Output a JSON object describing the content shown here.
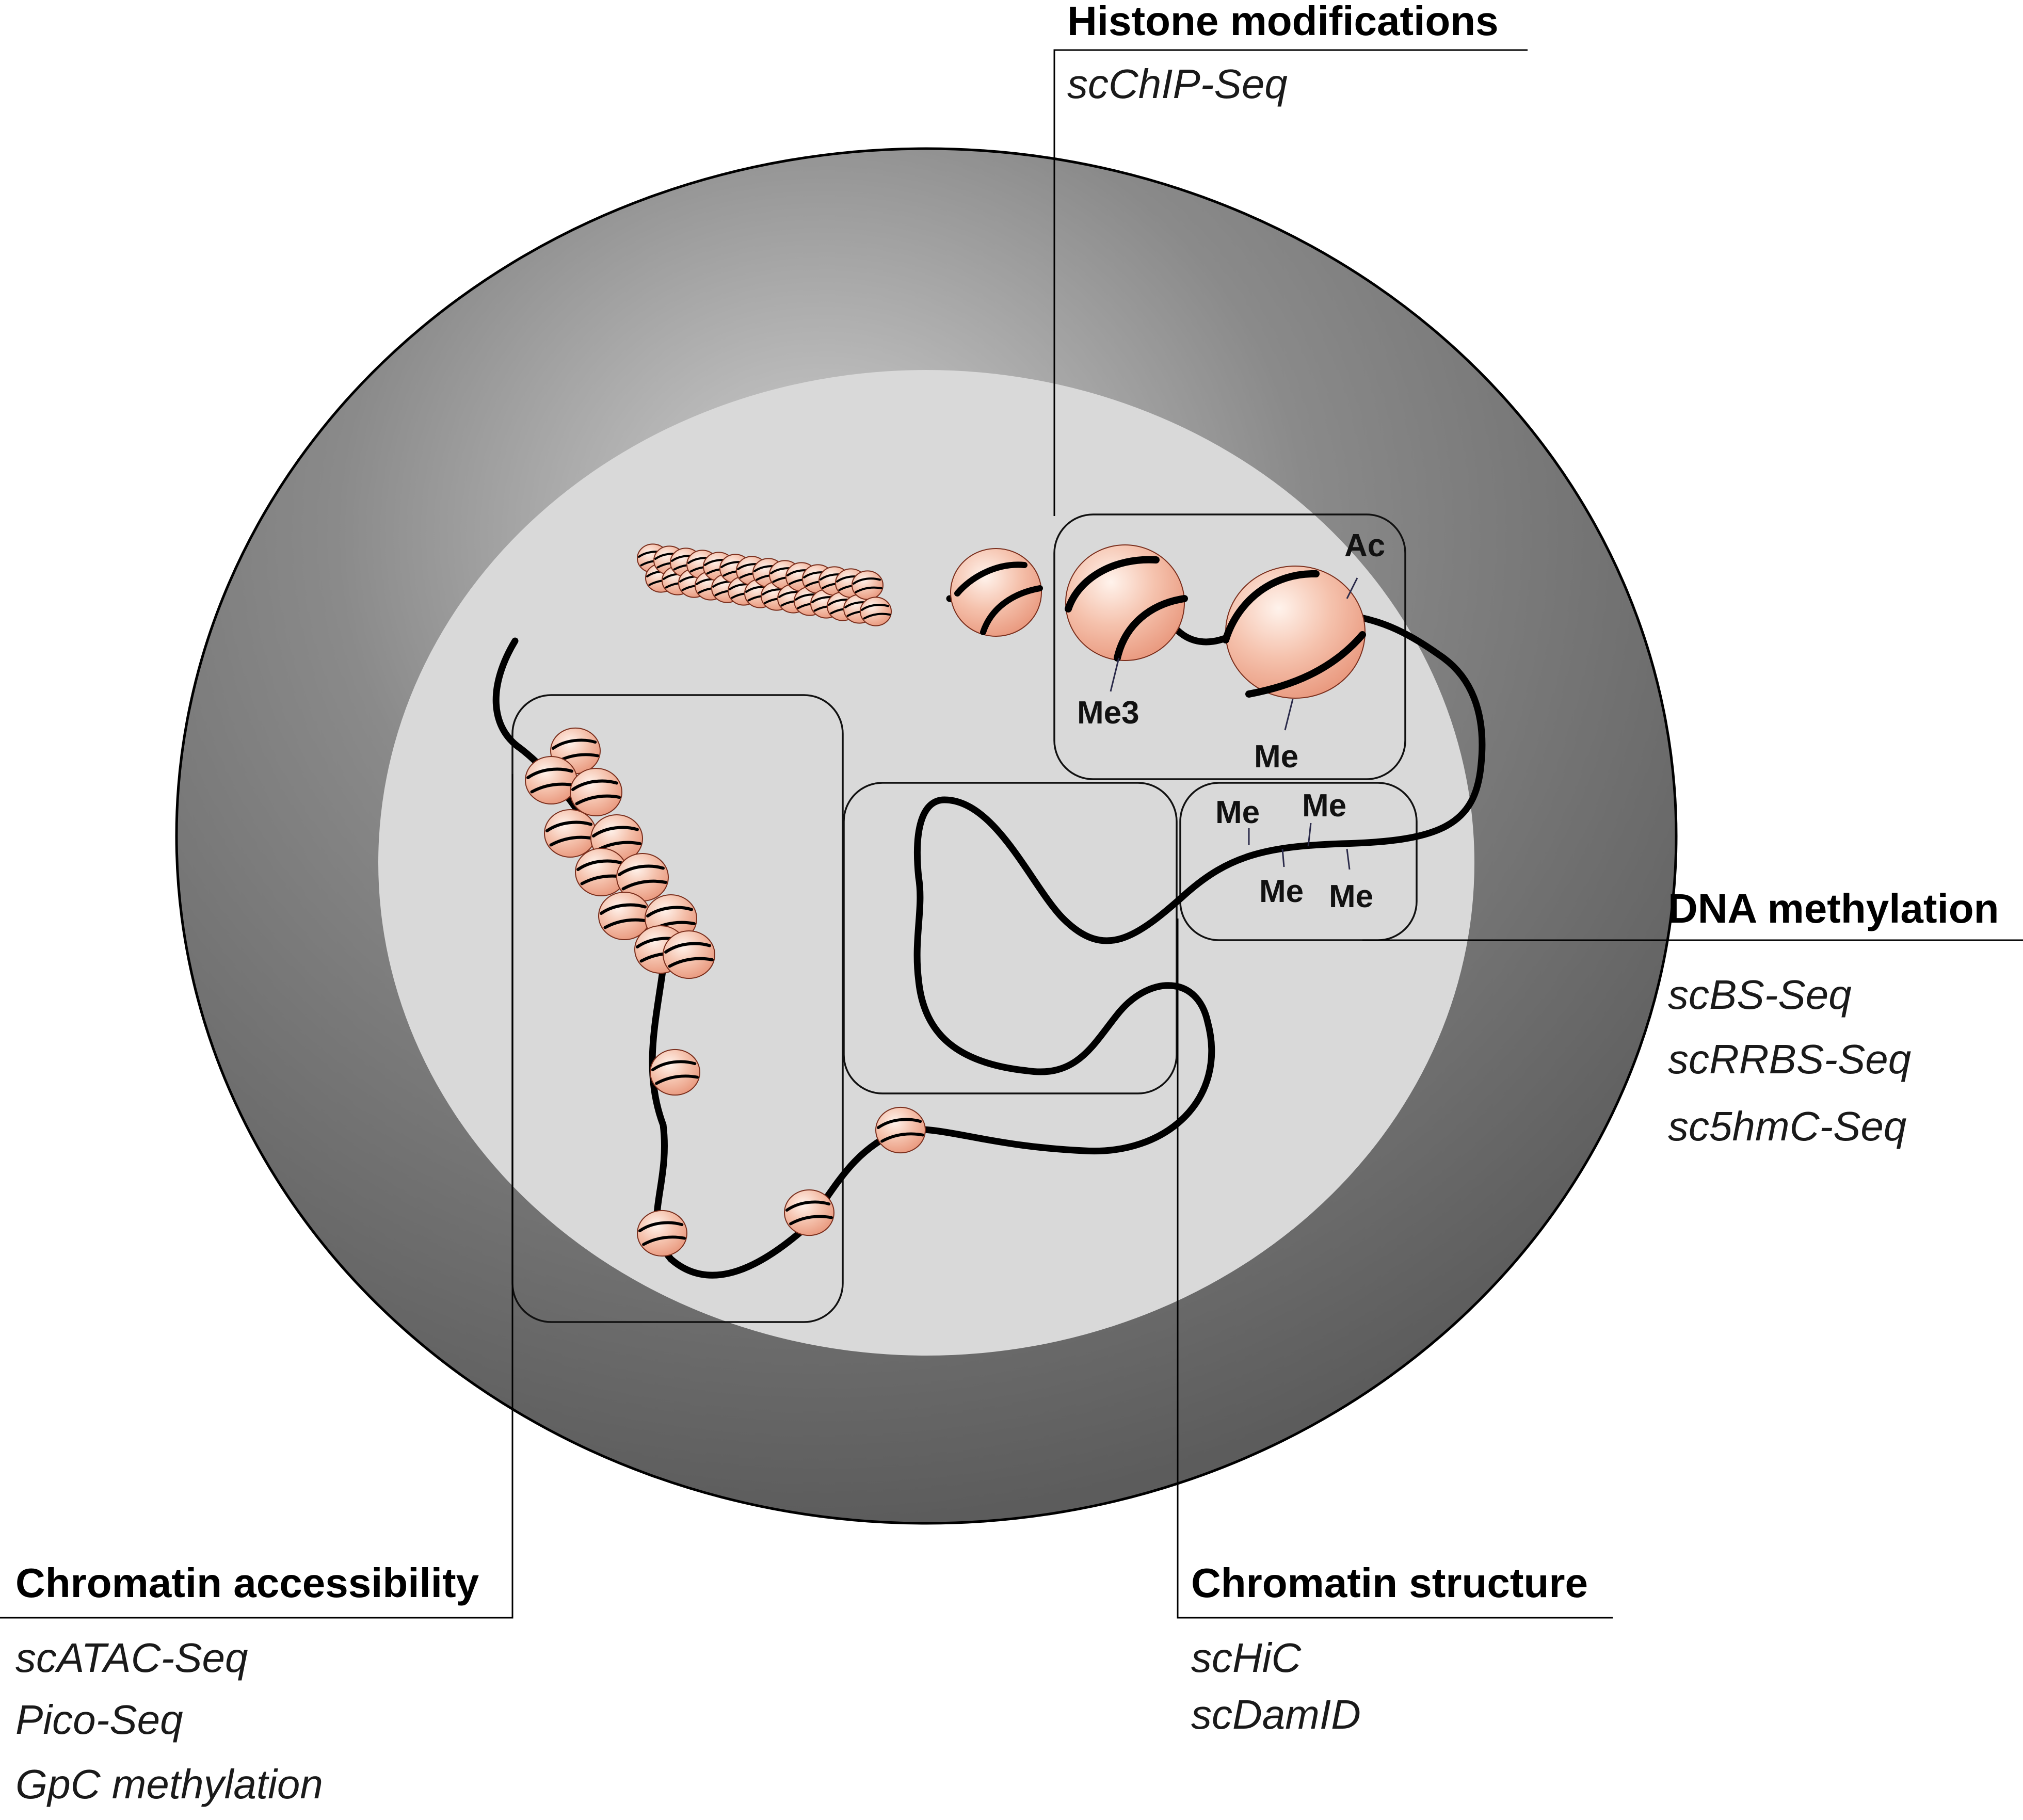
{
  "histone": {
    "title": "Histone modifications",
    "methods": [
      "scChIP-Seq"
    ],
    "marks": [
      "Me3",
      "Ac",
      "Me"
    ]
  },
  "dna_methylation": {
    "title": "DNA methylation",
    "methods": [
      "scBS-Seq",
      "scRRBS-Seq",
      "sc5hmC-Seq"
    ],
    "marks": [
      "Me",
      "Me",
      "Me",
      "Me"
    ]
  },
  "accessibility": {
    "title": "Chromatin accessibility",
    "methods": [
      "scATAC-Seq",
      "Pico-Seq",
      "GpC methylation"
    ]
  },
  "structure": {
    "title": "Chromatin structure",
    "methods": [
      "scHiC",
      "scDamID"
    ]
  },
  "colors": {
    "nucleus_outer": "#6b6b6b",
    "nucleus_inner": "#d9d9d9",
    "nucleosome": "#f2b39c",
    "nucleosome_highlight": "#fde9e0",
    "dna": "#000000"
  }
}
